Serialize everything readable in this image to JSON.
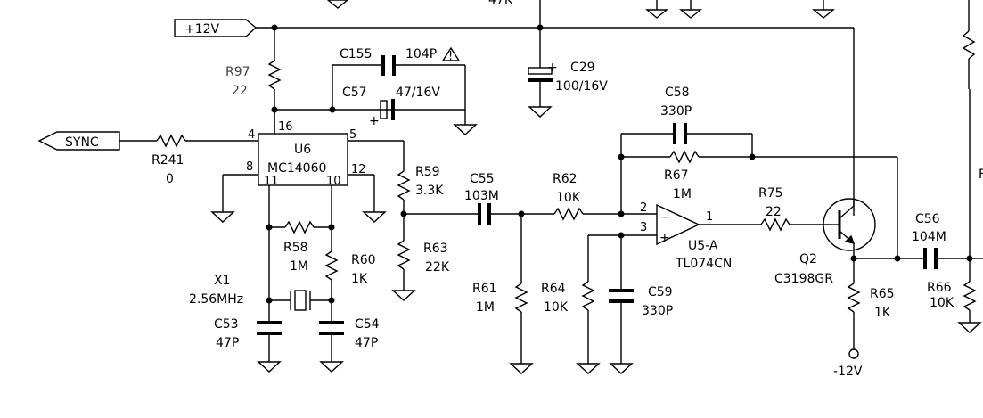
{
  "ports": {
    "vcc": "+12V",
    "sync": "SYNC",
    "vee": "-12V"
  },
  "ic_u6": {
    "ref": "U6",
    "part": "MC14060",
    "pins": [
      "4",
      "5",
      "8",
      "12",
      "11",
      "10",
      "16"
    ]
  },
  "opamp_u5a": {
    "ref": "U5-A",
    "part": "TL074CN",
    "pins": [
      "2",
      "3",
      "1"
    ],
    "minus": "−",
    "plus": "+"
  },
  "transistor_q2": {
    "ref": "Q2",
    "part": "C3198GR"
  },
  "crystal_x1": {
    "ref": "X1",
    "value": "2.56MHz"
  },
  "resistors": {
    "r97": {
      "ref": "R97",
      "value": "22"
    },
    "r241": {
      "ref": "R241",
      "value": "0"
    },
    "r58": {
      "ref": "R58",
      "value": "1M"
    },
    "r60": {
      "ref": "R60",
      "value": "1K"
    },
    "r59": {
      "ref": "R59",
      "value": "3.3K"
    },
    "r63": {
      "ref": "R63",
      "value": "22K"
    },
    "r61": {
      "ref": "R61",
      "value": "1M"
    },
    "r62": {
      "ref": "R62",
      "value": "10K"
    },
    "r64": {
      "ref": "R64",
      "value": "10K"
    },
    "r67": {
      "ref": "R67",
      "value": "1M"
    },
    "r75": {
      "ref": "R75",
      "value": "22"
    },
    "r65": {
      "ref": "R65",
      "value": "1K"
    },
    "r66": {
      "ref": "R66",
      "value": "10K"
    }
  },
  "capacitors": {
    "c155": {
      "ref": "C155",
      "value": "104P"
    },
    "c57": {
      "ref": "C57",
      "value": "47/16V"
    },
    "c29": {
      "ref": "C29",
      "value": "100/16V"
    },
    "c53": {
      "ref": "C53",
      "value": "47P"
    },
    "c54": {
      "ref": "C54",
      "value": "47P"
    },
    "c55": {
      "ref": "C55",
      "value": "103M"
    },
    "c58": {
      "ref": "C58",
      "value": "330P"
    },
    "c59": {
      "ref": "C59",
      "value": "330P"
    },
    "c56": {
      "ref": "C56",
      "value": "104M"
    }
  },
  "marks": {
    "polarity": "+",
    "warning": "!"
  },
  "top_fragment": "47K",
  "right_fragment": "F"
}
